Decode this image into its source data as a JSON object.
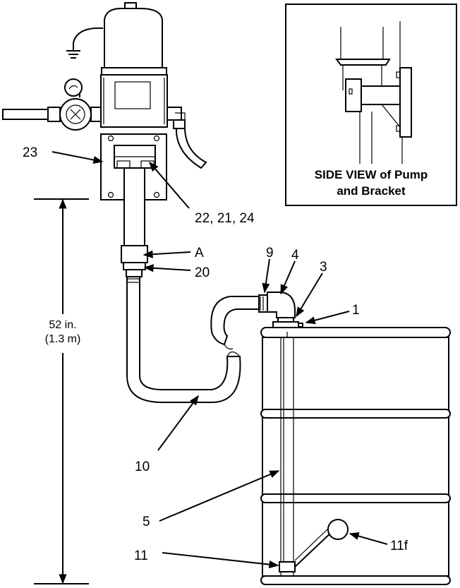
{
  "callouts": {
    "c23": "23",
    "c22": "22, 21, 24",
    "cA": "A",
    "c20": "20",
    "c9": "9",
    "c4": "4",
    "c3": "3",
    "c1": "1",
    "c10": "10",
    "c5": "5",
    "c11": "11",
    "c11f": "11f"
  },
  "dimension": {
    "line1": "52 in.",
    "line2": "(1.3 m)"
  },
  "inset": {
    "caption_line1": "SIDE VIEW of Pump",
    "caption_line2": "and Bracket"
  }
}
